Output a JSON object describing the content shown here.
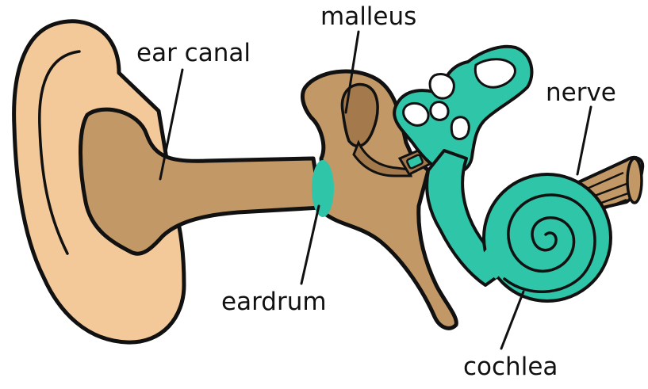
{
  "labels": {
    "ear_canal": "ear canal",
    "malleus": "malleus",
    "nerve": "nerve",
    "eardrum": "eardrum",
    "cochlea": "cochlea"
  },
  "colors": {
    "outer_ear": "#f4c99a",
    "canal": "#c29867",
    "middle_ear": "#c29867",
    "middle_ear_dark": "#a47a4c",
    "eardrum": "#2fc5a8",
    "inner_ear": "#2fc5a8",
    "nerve": "#c29867",
    "outline": "#111111",
    "leader_line": "#111111",
    "label_text": "#111111"
  }
}
